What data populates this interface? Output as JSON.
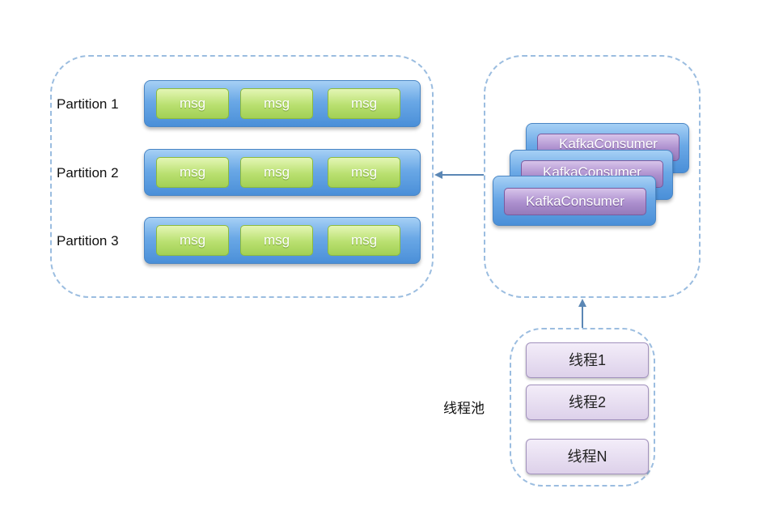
{
  "partitions": [
    {
      "label": "Partition 1",
      "messages": [
        "msg",
        "msg",
        "msg"
      ]
    },
    {
      "label": "Partition 2",
      "messages": [
        "msg",
        "msg",
        "msg"
      ]
    },
    {
      "label": "Partition 3",
      "messages": [
        "msg",
        "msg",
        "msg"
      ]
    }
  ],
  "consumers": [
    "KafkaConsumer",
    "KafkaConsumer",
    "KafkaConsumer"
  ],
  "thread_pool": {
    "label": "线程池",
    "threads": [
      "线程1",
      "线程2",
      "线程N"
    ]
  },
  "colors": {
    "group_border": "#9bbde0",
    "arrow": "#5b87b5",
    "partition_bar": "#6aa8e6",
    "message": "#b9e070",
    "consumer": "#ac8fce",
    "thread": "#ddd1ea"
  }
}
